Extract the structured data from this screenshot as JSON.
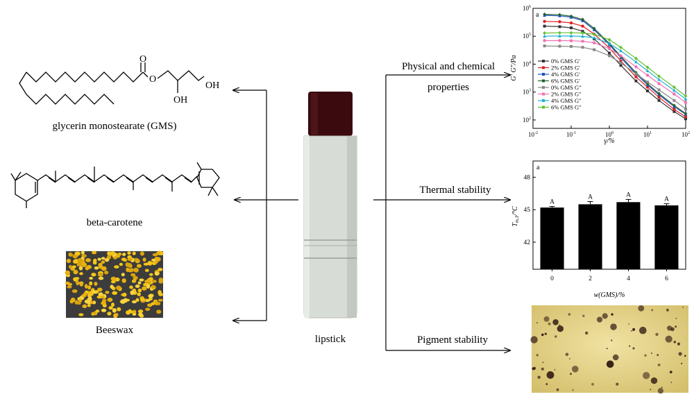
{
  "left": {
    "gms_label": "glycerin monostearate (GMS)",
    "gms_atoms": {
      "o_carbonyl": "O",
      "o_ester": "O",
      "oh_terminal": "OH",
      "oh_secondary": "OH"
    },
    "beta_label": "beta-carotene",
    "beeswax_label": "Beeswax"
  },
  "center": {
    "lipstick_label": "lipstick"
  },
  "right": {
    "physical_label_line1": "Physical and chemical",
    "physical_label_line2": "properties",
    "thermal_label": "Thermal stability",
    "pigment_label": "Pigment stability"
  },
  "colors": {
    "arrow": "#000000",
    "lipstick_body": "#d9ddd8",
    "lipstick_bullet": "#3a0a0e",
    "beeswax_bg": "#3c3c3c",
    "beeswax_pellets": "#f2c21c",
    "micrograph_bg": "#e6d58c",
    "micrograph_dots": "#3a2418"
  },
  "chart_data": [
    {
      "type": "line",
      "panel_letter": "a",
      "xlabel": "γ/%",
      "ylabel": "G′ G″/Pa",
      "xscale": "log",
      "yscale": "log",
      "xlim": [
        0.01,
        100
      ],
      "ylim": [
        50,
        1000000
      ],
      "xticks": [
        "10-2",
        "10-1",
        "100",
        "101",
        "102"
      ],
      "yticks": [
        "102",
        "103",
        "104",
        "105",
        "106"
      ],
      "legend_position": "left",
      "x": [
        0.02,
        0.05,
        0.1,
        0.2,
        0.4,
        1,
        2,
        5,
        10,
        20,
        50,
        100
      ],
      "series": [
        {
          "name": "0% GMS G′",
          "color": "#333333",
          "marker": "square",
          "values": [
            230000,
            220000,
            200000,
            150000,
            80000,
            25000,
            9000,
            2500,
            1100,
            500,
            200,
            110
          ]
        },
        {
          "name": "2% GMS G′",
          "color": "#e02020",
          "marker": "circle",
          "values": [
            340000,
            330000,
            300000,
            230000,
            120000,
            38000,
            13000,
            3500,
            1500,
            650,
            240,
            130
          ]
        },
        {
          "name": "4% GMS G′",
          "color": "#2050c0",
          "marker": "triangle",
          "values": [
            560000,
            540000,
            480000,
            360000,
            170000,
            50000,
            17000,
            4500,
            1800,
            800,
            300,
            160
          ]
        },
        {
          "name": "6% GMS G′",
          "color": "#206030",
          "marker": "diamond",
          "values": [
            610000,
            590000,
            520000,
            400000,
            190000,
            55000,
            19000,
            5000,
            2000,
            880,
            330,
            170
          ]
        },
        {
          "name": "0% GMS G″",
          "color": "#888888",
          "marker": "square",
          "values": [
            45000,
            44000,
            43000,
            40000,
            33000,
            20000,
            11000,
            4500,
            2300,
            1200,
            500,
            250
          ]
        },
        {
          "name": "2% GMS G″",
          "color": "#f070b0",
          "marker": "circle",
          "values": [
            70000,
            70000,
            69000,
            66000,
            58000,
            36000,
            20000,
            8000,
            4000,
            2000,
            850,
            420
          ]
        },
        {
          "name": "4% GMS G″",
          "color": "#20b0d0",
          "marker": "triangle",
          "values": [
            100000,
            102000,
            102000,
            99000,
            88000,
            55000,
            30000,
            12000,
            5800,
            2800,
            1150,
            560
          ]
        },
        {
          "name": "6% GMS G″",
          "color": "#60c030",
          "marker": "diamond",
          "values": [
            130000,
            133000,
            133000,
            130000,
            118000,
            75000,
            40000,
            16000,
            7700,
            3700,
            1500,
            720
          ]
        }
      ]
    },
    {
      "type": "bar",
      "panel_letter": "a",
      "categories": [
        "0",
        "2",
        "4",
        "6"
      ],
      "values": [
        45.2,
        45.5,
        45.7,
        45.4
      ],
      "errors": [
        0.1,
        0.25,
        0.25,
        0.15
      ],
      "letters": [
        "A",
        "A",
        "A",
        "A"
      ],
      "xlabel": "w(GMS)/%",
      "ylabel": "Tm,1/°C",
      "ylabel_main": "T",
      "ylabel_sub": "m,1",
      "ylabel_unit": "/°C",
      "ylim": [
        39.5,
        49.5
      ],
      "yticks": [
        "42",
        "45",
        "48"
      ],
      "bar_color": "#000000"
    }
  ]
}
